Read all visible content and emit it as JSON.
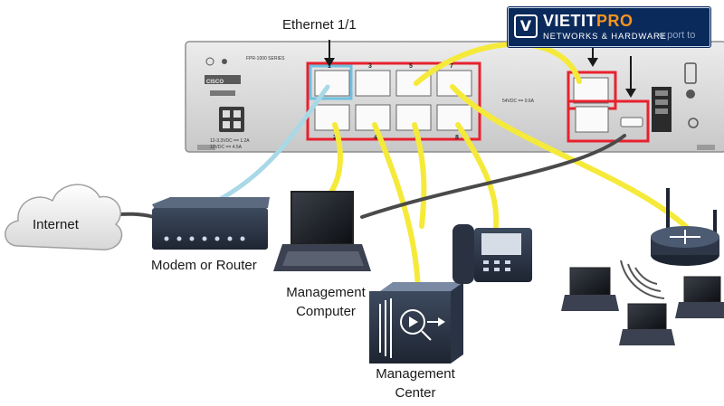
{
  "labels": {
    "ethernet_port": "Ethernet 1/1",
    "internet": "Internet",
    "modem_router": "Modem or Router",
    "management_computer": "Management\nComputer",
    "management_center": "Management\nCenter"
  },
  "device": {
    "series_text": "FPR-1000 SERIES",
    "brand_text": "CISCO",
    "power_text_1": "12-3.3VDC == 1.2A",
    "power_text_2": "12VDC == 4.5A",
    "poe_text": "54VDC == 0.6A",
    "port_numbers": [
      "1",
      "3",
      "5",
      "7",
      "2",
      "4",
      "6",
      "8"
    ]
  },
  "watermark": {
    "brand_main": "VIETIT",
    "brand_accent": "PRO",
    "tagline": "NETWORKS & HARDWARE",
    "overlap_text": "e port to"
  },
  "colors": {
    "chassis": "#d9d9d9",
    "chassis_dark": "#9a9a9a",
    "highlight_red": "#e8212e",
    "highlight_blue": "#6fc1e0",
    "cable_yellow": "#f5ea3a",
    "cable_gray": "#4a4a4a",
    "cable_lightblue": "#a9d8e6",
    "badge_bg": "#0b2a5c",
    "badge_accent": "#f7941d"
  }
}
